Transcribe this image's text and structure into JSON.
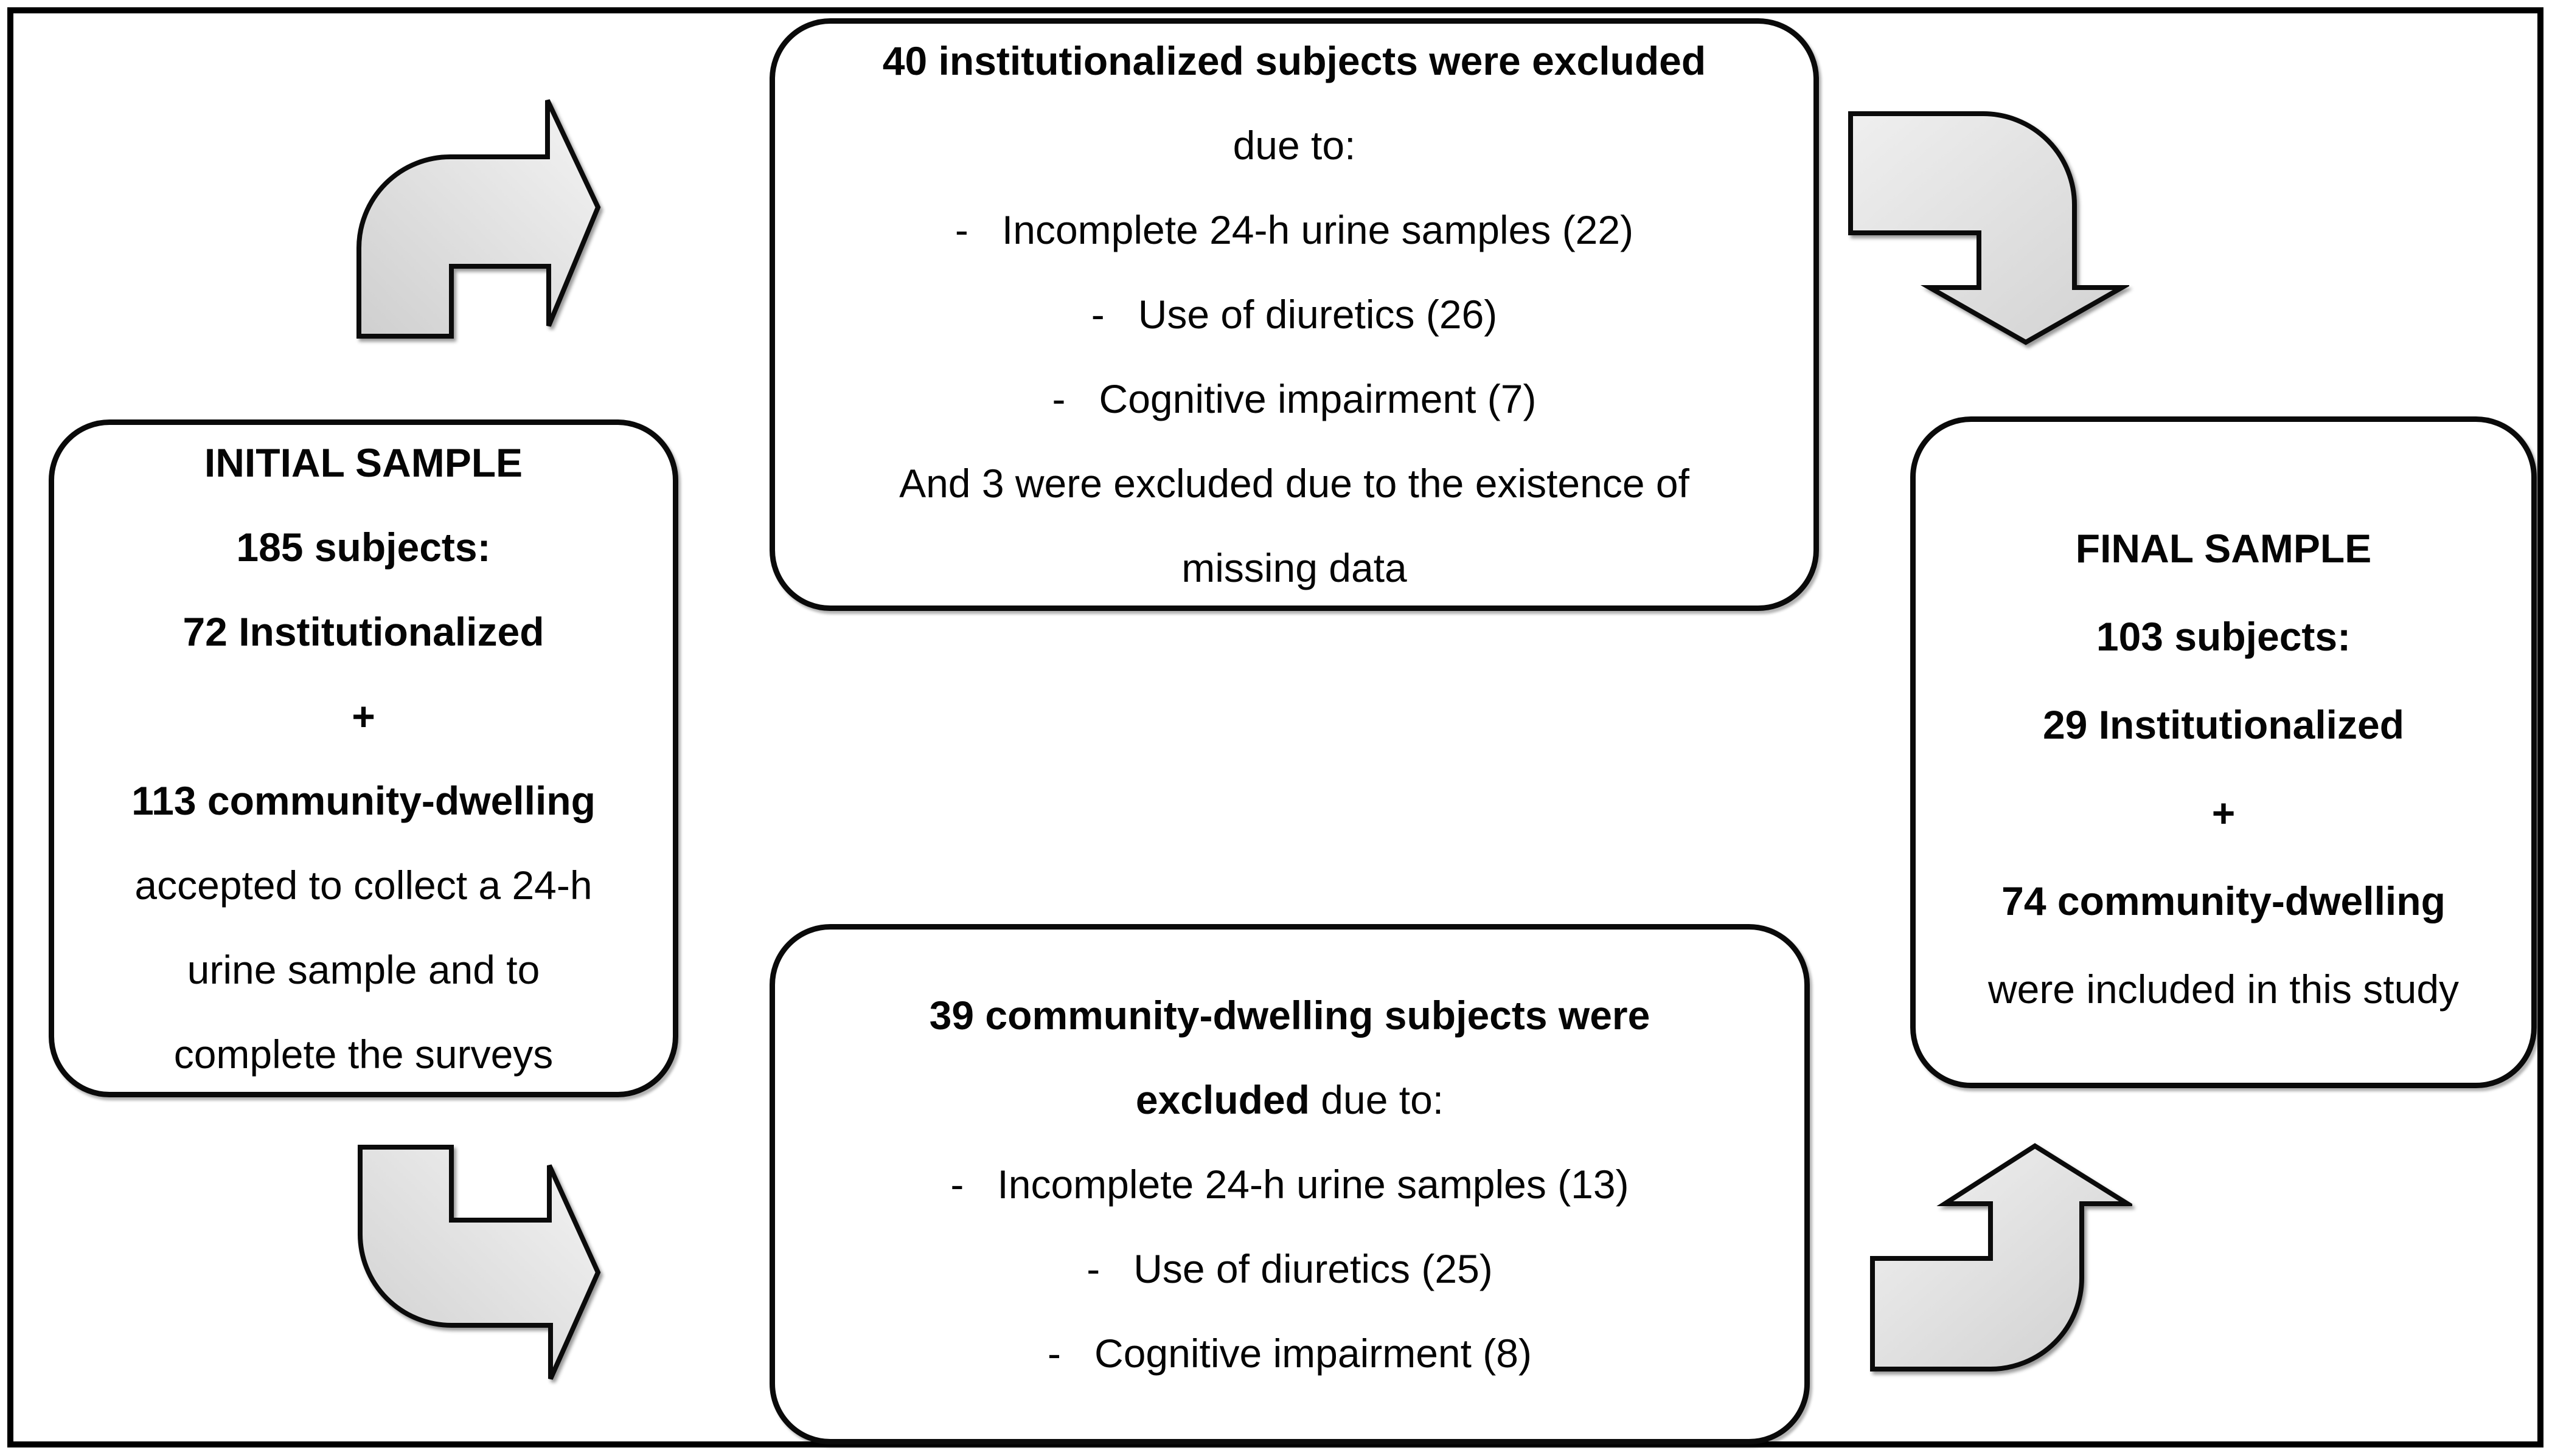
{
  "boxes": {
    "initial_sample": {
      "title": "INITIAL SAMPLE",
      "bold_lines": [
        "185 subjects:",
        "72 Institutionalized",
        "+",
        "113 community-dwelling"
      ],
      "regular_lines": [
        "accepted to collect a 24-h",
        "urine sample and to",
        "complete the surveys"
      ]
    },
    "excluded_institutionalized": {
      "title": "40 institutionalized subjects were excluded",
      "subtitle": "due to:",
      "bullets": [
        "-   Incomplete 24-h urine samples (22)",
        "-   Use of diuretics (26)",
        "-   Cognitive impairment (7)"
      ],
      "footer_line1": "And 3 were excluded due to the existence of",
      "footer_line2": "missing data"
    },
    "excluded_community": {
      "title_line1": "39 community-dwelling subjects were",
      "title_bold": "excluded",
      "title_rest": " due to:",
      "bullets": [
        "-   Incomplete 24-h urine samples (13)",
        "-   Use of diuretics (25)",
        "-   Cognitive impairment (8)"
      ]
    },
    "final_sample": {
      "title": "FINAL SAMPLE",
      "bold_lines": [
        "103 subjects:",
        "29 Institutionalized",
        "+",
        "74 community-dwelling"
      ],
      "regular_lines": [
        "were included in this study"
      ]
    }
  },
  "colors": {
    "border": "#000000",
    "text": "#050505",
    "arrow_fill_light": "#f3f3f3",
    "arrow_fill_dark": "#d4d4d4",
    "background": "#ffffff"
  },
  "icons": {
    "arrow_top_left": "bent-arrow-right",
    "arrow_top_right": "bent-arrow-down",
    "arrow_bottom_left": "bent-arrow-right",
    "arrow_bottom_right": "bent-arrow-up"
  }
}
